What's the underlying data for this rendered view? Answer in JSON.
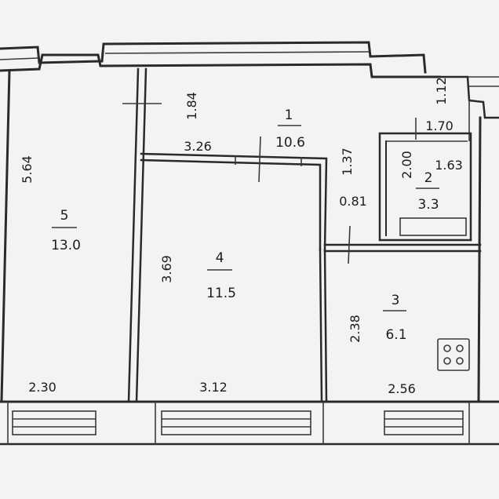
{
  "rooms": [
    {
      "number": "1",
      "area": "10.6"
    },
    {
      "number": "2",
      "area": "3.3"
    },
    {
      "number": "3",
      "area": "6.1"
    },
    {
      "number": "4",
      "area": "11.5"
    },
    {
      "number": "5",
      "area": "13.0"
    }
  ],
  "dimensions": {
    "room1_height": "1.84",
    "room4_top_width": "3.26",
    "corridor_right": "1.37",
    "corridor_gap": "0.81",
    "room5_height": "5.64",
    "room4_height": "3.69",
    "room3_height": "2.38",
    "room5_width": "2.30",
    "room4_width": "3.12",
    "room3_width": "2.56",
    "entry_height": "1.12",
    "room2_width": "1.70",
    "room2_height_a": "2.00",
    "room2_height_b": "1.63"
  },
  "colors": {
    "paper": "#f4f4f2",
    "background": "#e9eaec",
    "line": "#2a2a2a"
  },
  "icons": [
    "stove-icon"
  ]
}
